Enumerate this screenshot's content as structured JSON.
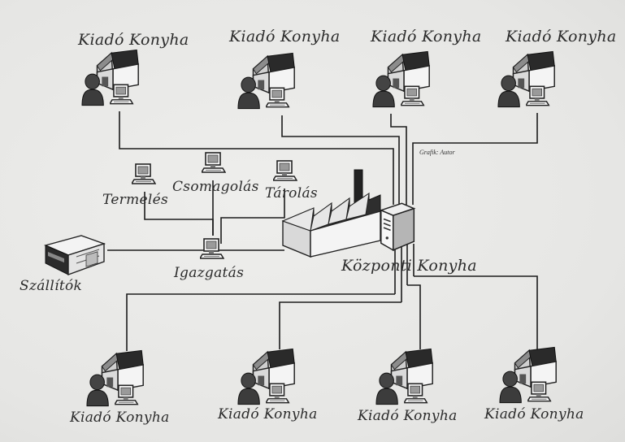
{
  "diagram": {
    "credit": "Grafik: Autor",
    "central": {
      "label": "Központi Konyha"
    },
    "departments": {
      "production": "Termelés",
      "packaging": "Csomagolás",
      "storage": "Tárolás",
      "management": "Igazgatás",
      "suppliers": "Szállítók"
    },
    "top_kitchens": [
      {
        "label": "Kiadó Konyha"
      },
      {
        "label": "Kiadó Konyha"
      },
      {
        "label": "Kiadó Konyha"
      },
      {
        "label": "Kiadó Konyha"
      }
    ],
    "bottom_kitchens": [
      {
        "label": "Kiadó Konyha"
      },
      {
        "label": "Kiadó Konyha"
      },
      {
        "label": "Kiadó Konyha"
      },
      {
        "label": "Kiadó Konyha"
      }
    ],
    "icons": {
      "kitchen": "house-with-user-and-computer-icon",
      "workstation": "desktop-computer-icon",
      "server": "server-tower-icon",
      "factory": "factory-icon",
      "supplier": "warehouse-box-icon"
    }
  }
}
